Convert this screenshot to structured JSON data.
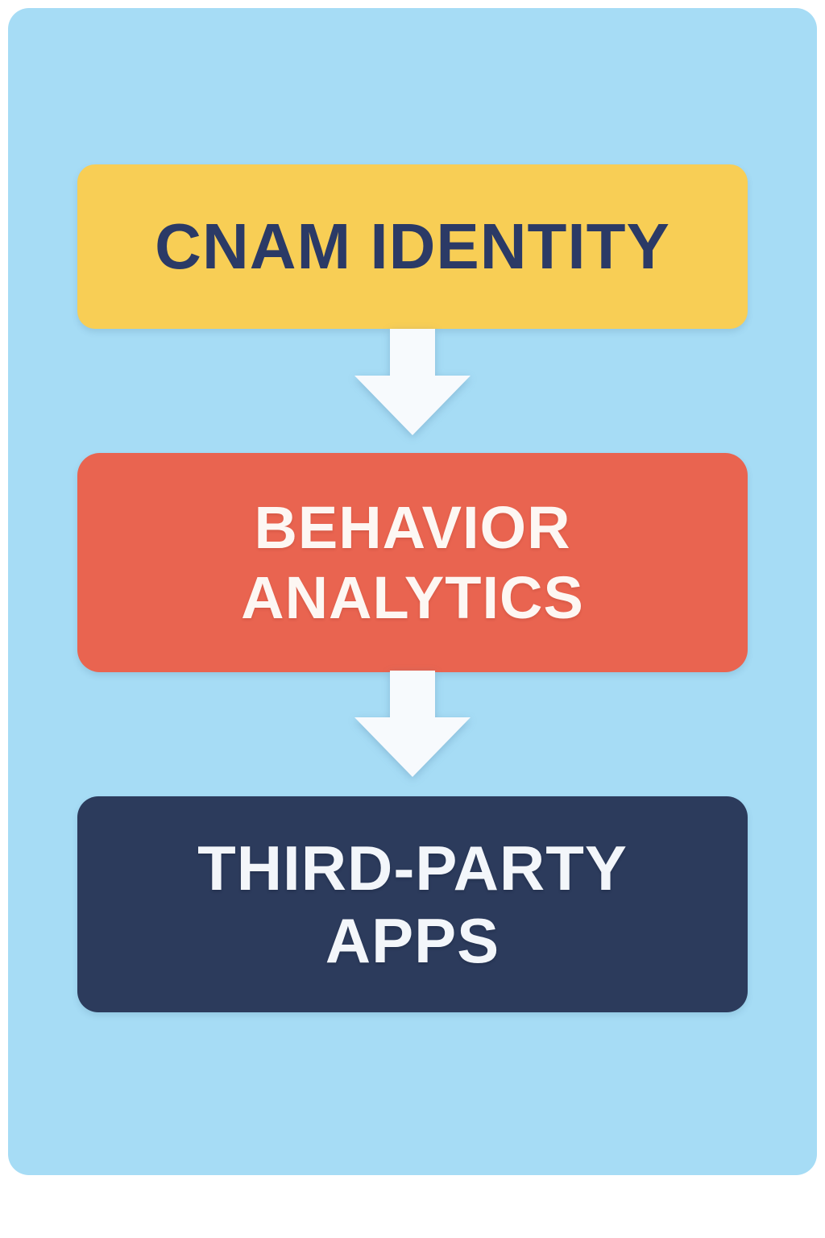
{
  "diagram": {
    "background_color": "#A6DCF5",
    "arrow_color": "#F7FAFD",
    "nodes": [
      {
        "id": "cnam-identity",
        "lines": [
          "CNAM IDENTITY"
        ],
        "fill": "#F8CE55",
        "text_color": "#2B3A66"
      },
      {
        "id": "behavior-analytics",
        "lines": [
          "BEHAVIOR",
          "ANALYTICS"
        ],
        "fill": "#E96450",
        "text_color": "#FDF7F3"
      },
      {
        "id": "third-party-apps",
        "lines": [
          "THIRD-PARTY",
          "APPS"
        ],
        "fill": "#2C3B5C",
        "text_color": "#F3F6FA"
      }
    ]
  }
}
